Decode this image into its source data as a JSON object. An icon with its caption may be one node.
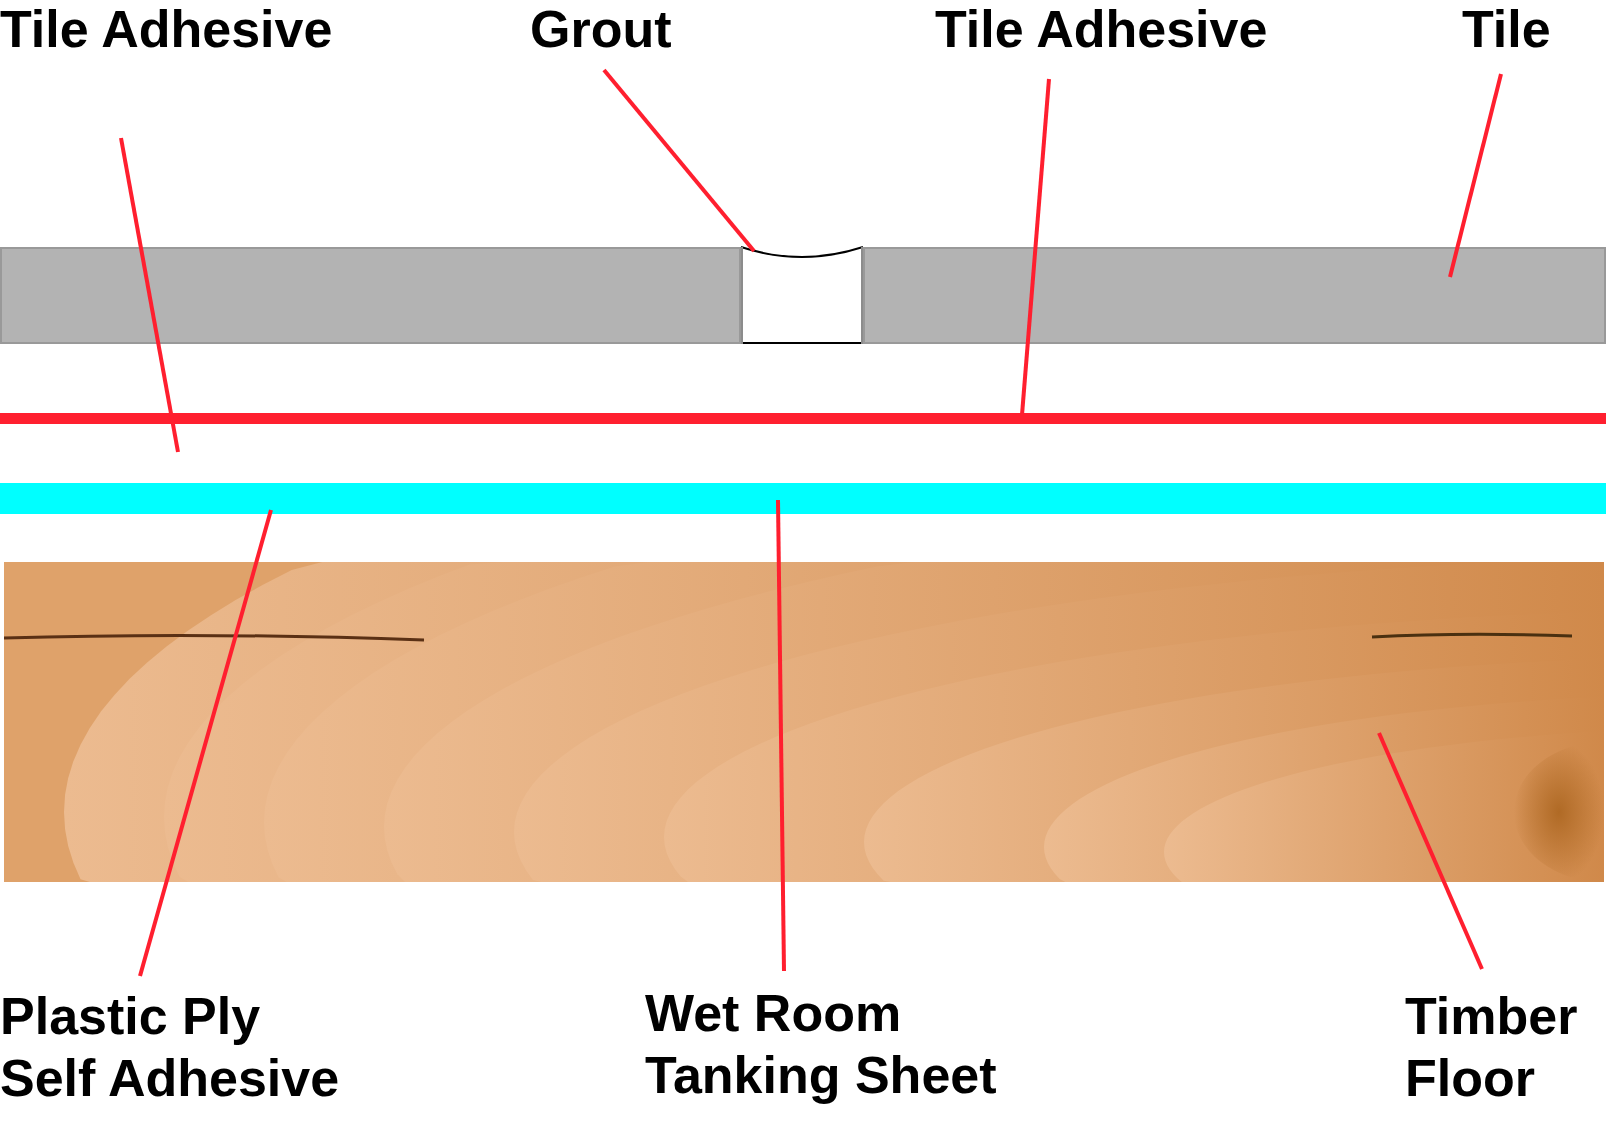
{
  "diagram": {
    "nodes": [
      {
        "text": [
          "Tile Adhesive"
        ]
      },
      {
        "text": [
          "Grout"
        ]
      },
      {
        "text": [
          "Tile Adhesive"
        ]
      },
      {
        "text": [
          "Tile"
        ]
      },
      {
        "text": [],
        "shape": "box"
      },
      {
        "text": [],
        "shape": "box"
      },
      {
        "text": [],
        "shape": "box"
      },
      {
        "text": [],
        "shape": "bar"
      },
      {
        "text": [],
        "shape": "bar"
      },
      {
        "text": [],
        "shape": "picture"
      },
      {
        "text": [
          "Plastic Ply Self Adhesive"
        ]
      },
      {
        "text": [
          "Wet Room Tanking Sheet"
        ]
      },
      {
        "text": [
          "Timber Floor"
        ]
      }
    ],
    "edges": [
      {
        "from": 0,
        "to": 7,
        "arrow": "none"
      },
      {
        "from": 1,
        "to": 5,
        "arrow": "none"
      },
      {
        "from": 2,
        "to": 7,
        "arrow": "none"
      },
      {
        "from": 3,
        "to": 6,
        "arrow": "none"
      },
      {
        "from": 10,
        "to": 8,
        "arrow": "none"
      },
      {
        "from": 11,
        "to": 8,
        "arrow": "none"
      },
      {
        "from": 12,
        "to": 9,
        "arrow": "none"
      }
    ]
  }
}
